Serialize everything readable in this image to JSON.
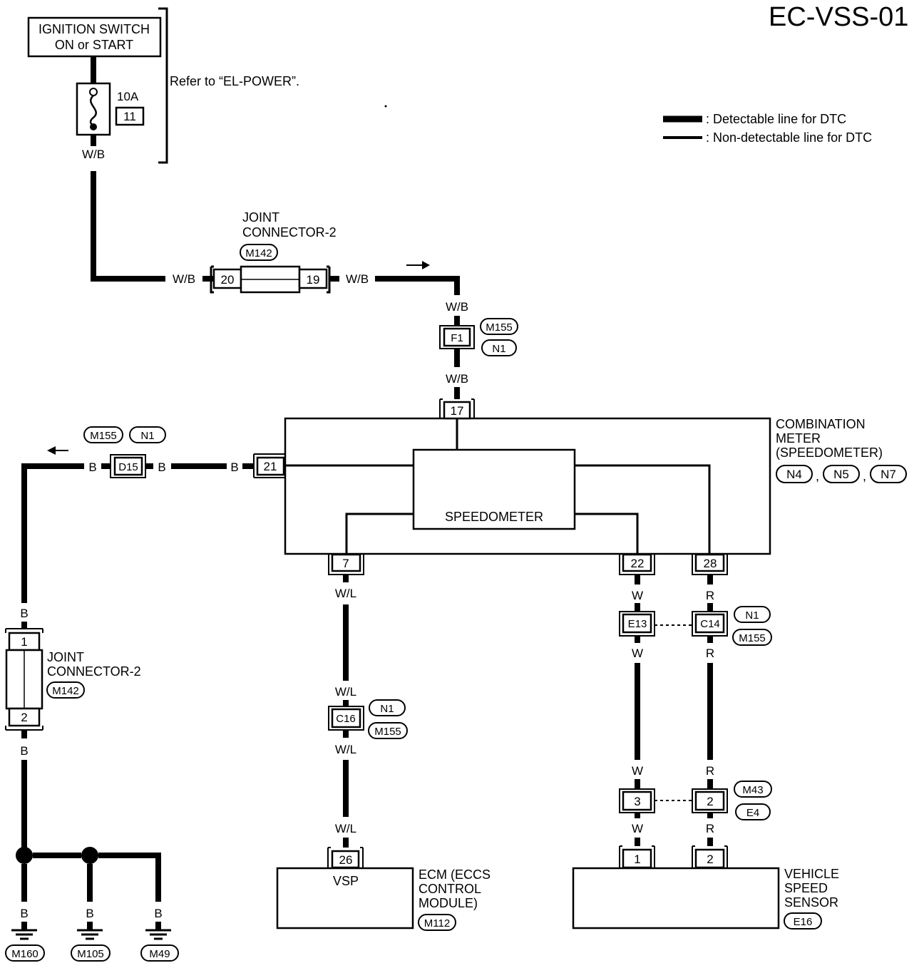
{
  "diagram": {
    "title": "EC-VSS-01",
    "legend": {
      "detectable": ": Detectable line for DTC",
      "non_detectable": ": Non-detectable line for DTC"
    },
    "ignition": {
      "line1": "IGNITION SWITCH",
      "line2": "ON or START"
    },
    "fuse": {
      "amps": "10A",
      "number": "11"
    },
    "refer_note": "Refer to “EL-POWER”.",
    "joint_top": {
      "line1": "JOINT",
      "line2": "CONNECTOR-2",
      "code": "M142",
      "pin_left": "20",
      "pin_right": "19"
    },
    "joint_left": {
      "line1": "JOINT",
      "line2": "CONNECTOR-2",
      "code": "M142",
      "pin_top": "1",
      "pin_bottom": "2"
    },
    "wires": {
      "wb": "W/B",
      "b": "B",
      "wl": "W/L",
      "w": "W",
      "r": "R"
    },
    "connectors": {
      "f1": "F1",
      "d15": "D15",
      "e13": "E13",
      "c14": "C14",
      "c16": "C16",
      "p17": "17",
      "p21": "21",
      "p7": "7",
      "p22": "22",
      "p28": "28",
      "p26": "26",
      "p3": "3",
      "p2a": "2",
      "s1": "1",
      "s2": "2"
    },
    "harness": {
      "m155": "M155",
      "n1": "N1",
      "n4": "N4",
      "n5": "N5",
      "n7": "N7",
      "m43": "M43",
      "e4": "E4",
      "m112": "M112",
      "e16": "E16",
      "m160": "M160",
      "m105": "M105",
      "m49": "M49"
    },
    "comb_meter": {
      "line1": "COMBINATION",
      "line2": "METER",
      "line3": "(SPEEDOMETER)",
      "sep": ","
    },
    "speedometer": "SPEEDOMETER",
    "ecm": {
      "pin_label": "VSP",
      "line1": "ECM (ECCS",
      "line2": "CONTROL",
      "line3": "MODULE)"
    },
    "vss": {
      "line1": "VEHICLE",
      "line2": "SPEED",
      "line3": "SENSOR"
    }
  }
}
